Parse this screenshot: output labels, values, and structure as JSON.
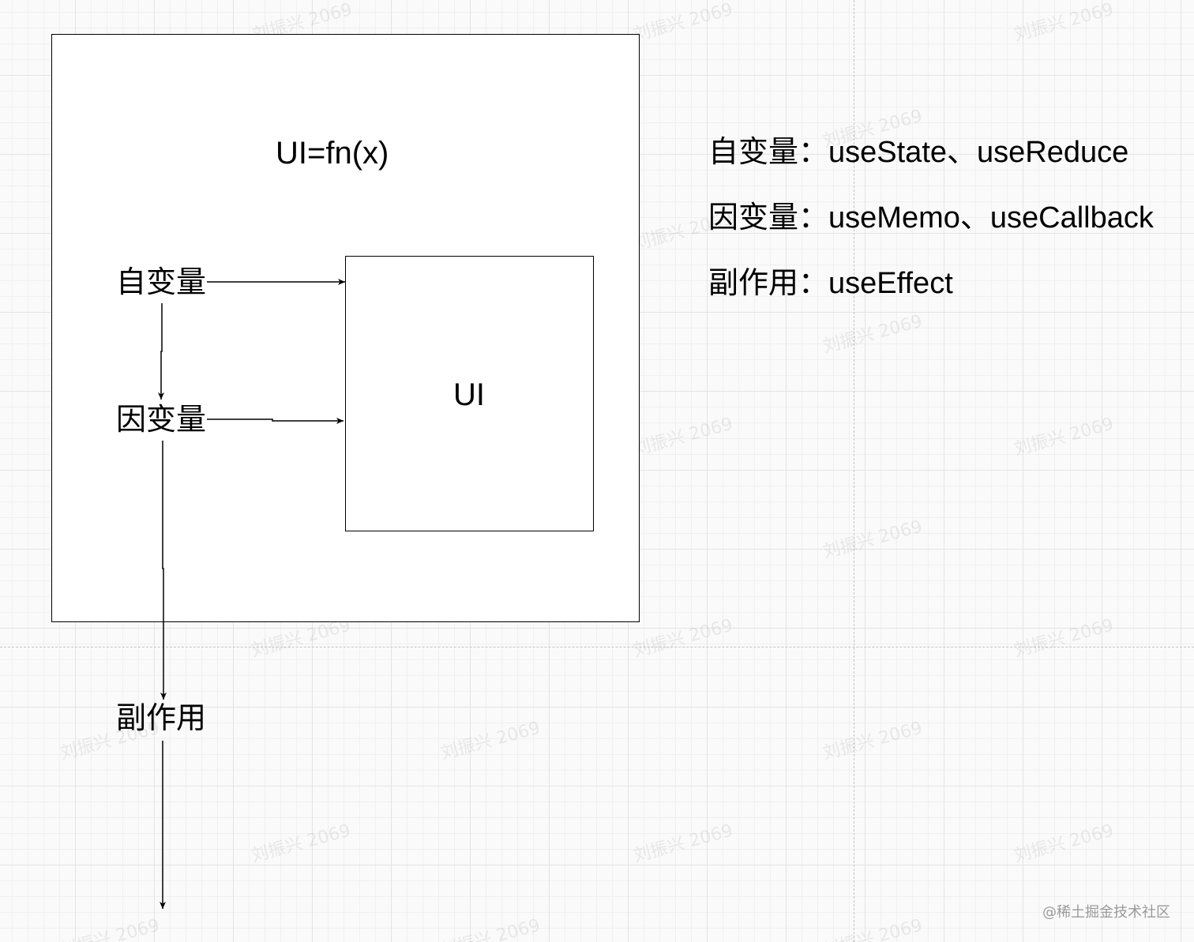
{
  "diagram": {
    "formula": "UI=fn(x)",
    "ui_box_label": "UI",
    "nodes": {
      "independent": "自变量",
      "dependent": "因变量",
      "side_effect": "副作用"
    },
    "legend": [
      {
        "key": "自变量：",
        "value": "useState、useReduce"
      },
      {
        "key": "因变量：",
        "value": "useMemo、useCallback"
      },
      {
        "key": "副作用：",
        "value": "useEffect"
      }
    ]
  },
  "watermark_text": "刘振兴 2069",
  "credit": "@稀土掘金技术社区"
}
